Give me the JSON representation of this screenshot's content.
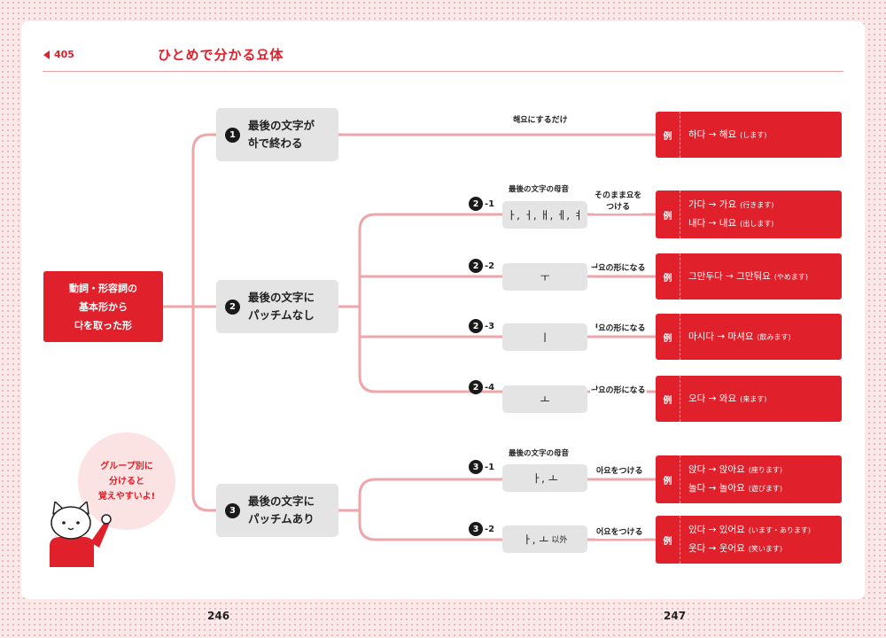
{
  "header": {
    "number": "405",
    "title": "ひとめで分かる요体"
  },
  "root": {
    "lines": [
      "動詞・形容詞の",
      "基本形から",
      "다を取った形"
    ]
  },
  "groups": [
    {
      "num": "1",
      "lines": [
        "最後の文字が",
        "하で終わる"
      ]
    },
    {
      "num": "2",
      "lines": [
        "最後の文字に",
        "パッチムなし"
      ]
    },
    {
      "num": "3",
      "lines": [
        "最後の文字に",
        "パッチムあり"
      ]
    }
  ],
  "vowel_label": "最後の文字の母音",
  "edge_labels": {
    "g1": "해요にするだけ",
    "g2a": [
      "そのまま요を",
      "つける"
    ],
    "g2b": "ᅯ요の形になる",
    "g2c": "ᅧ요の形になる",
    "g2d": "ᅪ요の形になる",
    "g3a": "아요をつける",
    "g3b": "어요をつける"
  },
  "subs": [
    {
      "num": "2",
      "sub": "-1",
      "vowel": "ㅏ, ㅓ, ㅐ, ㅔ, ㅕ",
      "suffix": ""
    },
    {
      "num": "2",
      "sub": "-2",
      "vowel": "ㅜ",
      "suffix": ""
    },
    {
      "num": "2",
      "sub": "-3",
      "vowel": "ㅣ",
      "suffix": ""
    },
    {
      "num": "2",
      "sub": "-4",
      "vowel": "ㅗ",
      "suffix": ""
    },
    {
      "num": "3",
      "sub": "-1",
      "vowel": "ㅏ, ㅗ",
      "suffix": ""
    },
    {
      "num": "3",
      "sub": "-2",
      "vowel": "ㅏ, ㅗ",
      "suffix": "以外"
    }
  ],
  "example_label": "例",
  "results": [
    {
      "lines": [
        {
          "text": "하다 → 해요",
          "note": "(します)"
        }
      ]
    },
    {
      "lines": [
        {
          "text": "가다 → 가요",
          "note": "(行きます)"
        },
        {
          "text": "내다 → 내요",
          "note": "(出します)"
        }
      ]
    },
    {
      "lines": [
        {
          "text": "그만두다 → 그만둬요",
          "note": "(やめます)"
        }
      ]
    },
    {
      "lines": [
        {
          "text": "마시다 → 마셔요",
          "note": "(飲みます)"
        }
      ]
    },
    {
      "lines": [
        {
          "text": "오다 → 와요",
          "note": "(来ます)"
        }
      ]
    },
    {
      "lines": [
        {
          "text": "앉다 → 앉아요",
          "note": "(座ります)"
        },
        {
          "text": "놀다 → 놀아요",
          "note": "(遊びます)"
        }
      ]
    },
    {
      "lines": [
        {
          "text": "있다 → 있어요",
          "note": "(います・あります)"
        },
        {
          "text": "웃다 → 웃어요",
          "note": "(笑います)"
        }
      ]
    }
  ],
  "bubble": [
    "グループ別に",
    "分けると",
    "覚えやすいよ!"
  ],
  "pages": {
    "left": "246",
    "right": "247"
  },
  "colors": {
    "accent": "#e0202a",
    "connector": "#eda6a9",
    "box_gray": "#e4e4e4"
  }
}
